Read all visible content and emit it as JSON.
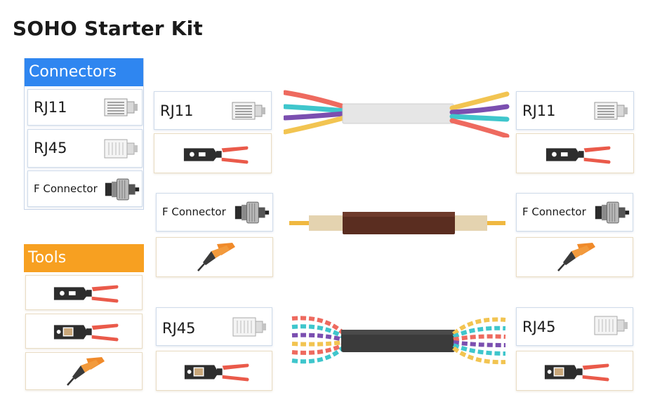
{
  "title": "SOHO Starter Kit",
  "panels": {
    "connectors": {
      "header": "Connectors",
      "items": [
        {
          "label": "RJ11",
          "icon": "rj11-connector-icon"
        },
        {
          "label": "RJ45",
          "icon": "rj45-connector-icon"
        },
        {
          "label": "F Connector",
          "icon": "f-connector-icon"
        }
      ]
    },
    "tools": {
      "header": "Tools",
      "items": [
        {
          "icon": "crimper-icon"
        },
        {
          "icon": "rj45-crimper-icon"
        },
        {
          "icon": "punch-down-tool-icon"
        }
      ]
    }
  },
  "slots": {
    "row1": {
      "left_connector": "RJ11",
      "right_connector": "RJ11",
      "cable": "telephone-cable-icon"
    },
    "row2": {
      "left_connector": "F Connector",
      "right_connector": "F Connector",
      "cable": "coaxial-cable-icon"
    },
    "row3": {
      "left_connector": "RJ45",
      "right_connector": "RJ45",
      "cable": "ethernet-cable-icon"
    }
  },
  "colors": {
    "connectors_header": "#2f86f0",
    "tools_header": "#f7a021"
  }
}
